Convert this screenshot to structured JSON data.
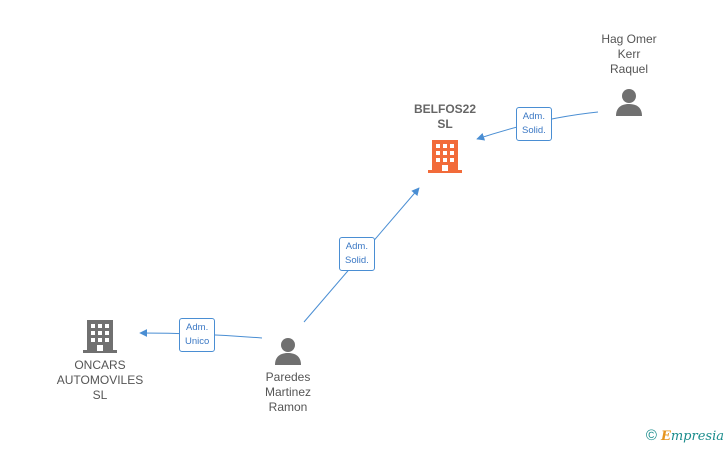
{
  "nodes": {
    "belfos": {
      "label": "BELFOS22\nSL",
      "type": "company",
      "highlight": true
    },
    "oncars": {
      "label": "ONCARS\nAUTOMOVILES\nSL",
      "type": "company",
      "highlight": false
    },
    "hag": {
      "label": "Hag Omer\nKerr\nRaquel",
      "type": "person"
    },
    "paredes": {
      "label": "Paredes\nMartinez\nRamon",
      "type": "person"
    }
  },
  "edges": [
    {
      "from": "hag",
      "to": "belfos",
      "label": "Adm.\nSolid."
    },
    {
      "from": "paredes",
      "to": "belfos",
      "label": "Adm.\nSolid."
    },
    {
      "from": "paredes",
      "to": "oncars",
      "label": "Adm.\nUnico"
    }
  ],
  "colors": {
    "highlight": "#f26b3a",
    "company": "#707070",
    "person": "#707070",
    "edge": "#4a8ed3"
  },
  "brand": {
    "copyright": "©",
    "e": "E",
    "rest": "mpresia"
  }
}
